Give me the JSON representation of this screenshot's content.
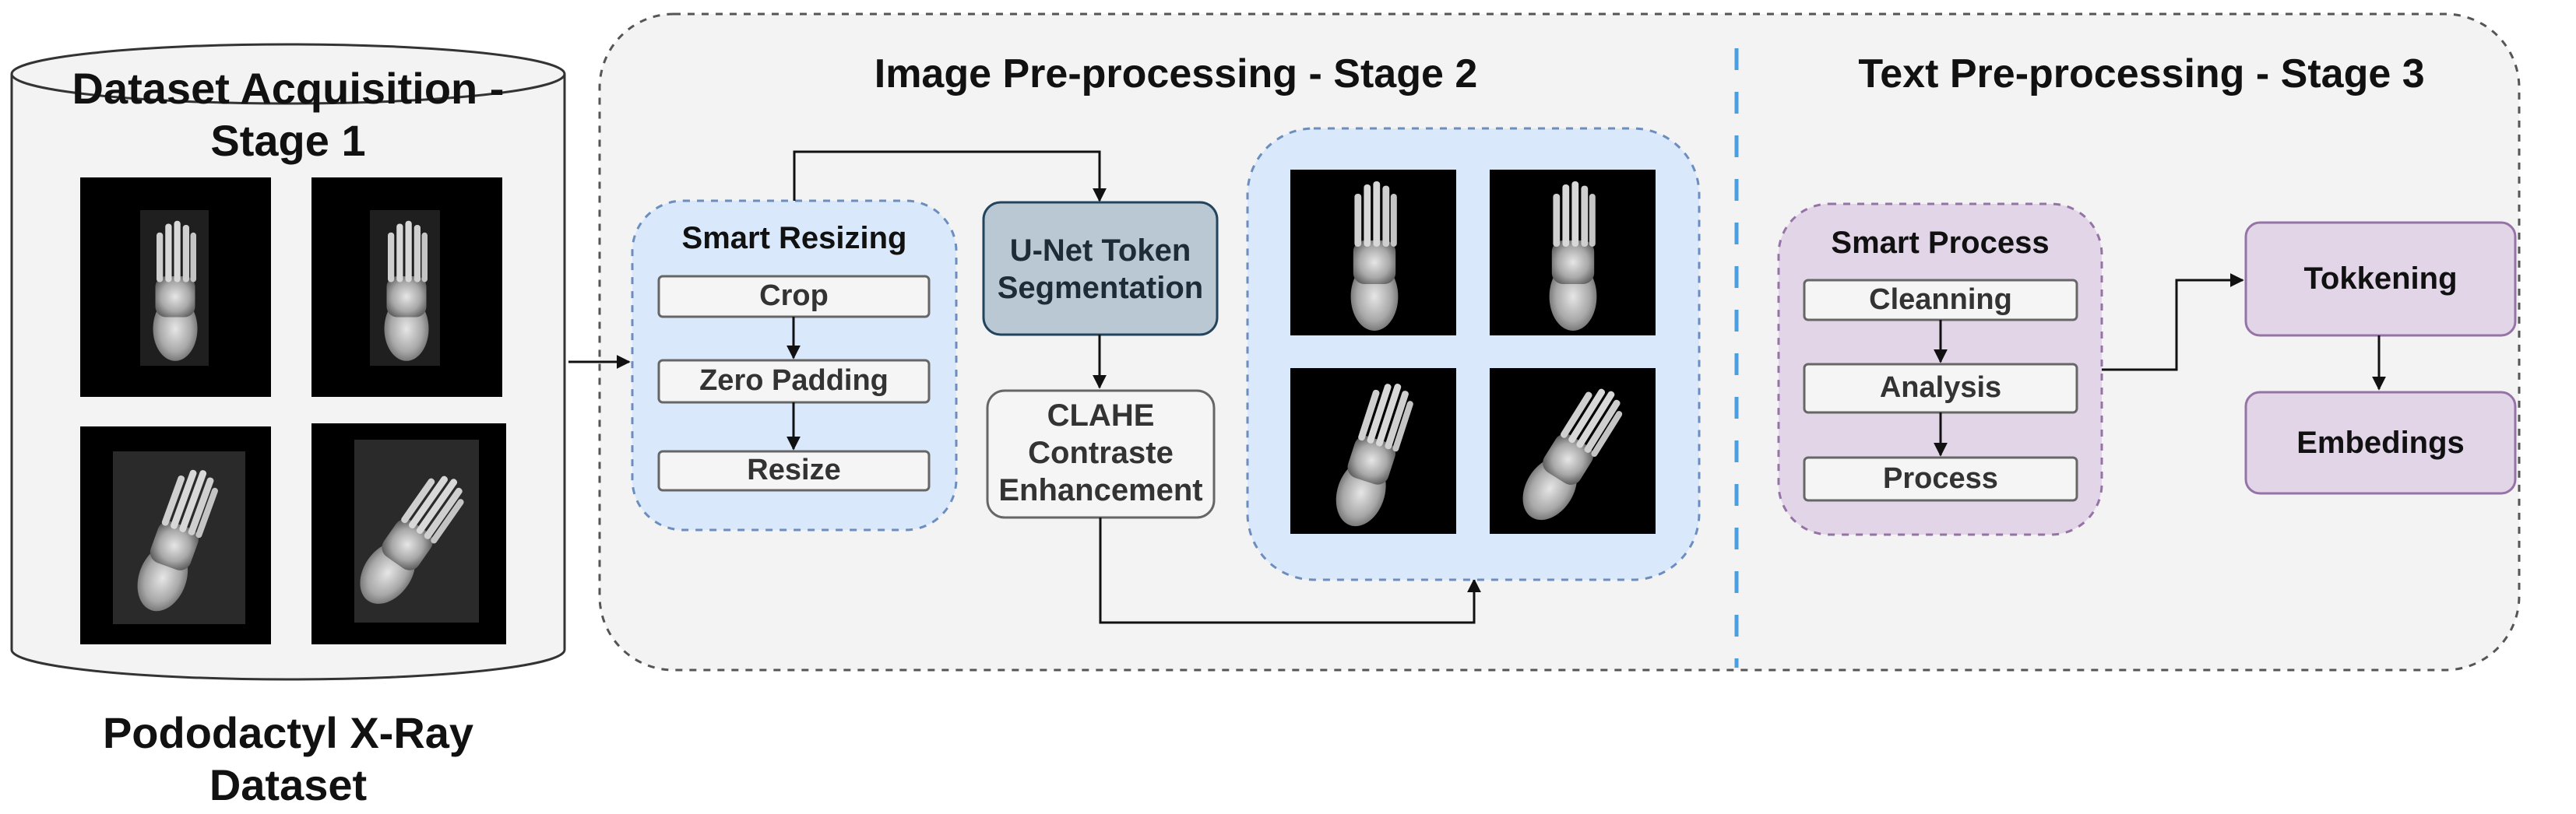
{
  "stage1": {
    "title_line1": "Dataset Acquisition -",
    "title_line2": "Stage 1",
    "dataset_line1": "Pododactyl X-Ray",
    "dataset_line2": "Dataset"
  },
  "stage2": {
    "title": "Image Pre-processing - Stage 2",
    "smart_resizing": {
      "title": "Smart Resizing",
      "steps": [
        "Crop",
        "Zero Padding",
        "Resize"
      ]
    },
    "unet_line1": "U-Net Token",
    "unet_line2": "Segmentation",
    "clahe_line1": "CLAHE",
    "clahe_line2": "Contraste",
    "clahe_line3": "Enhancement"
  },
  "stage3": {
    "title": "Text Pre-processing - Stage 3",
    "smart_process": {
      "title": "Smart Process",
      "steps": [
        "Cleanning",
        "Analysis",
        "Process"
      ]
    },
    "tokkening": "Tokkening",
    "embedings": "Embedings"
  },
  "colors": {
    "panel_bg": "#f3f3f3",
    "blue_fill": "#dae8fc",
    "blue_border": "#6c8ebf",
    "purple_fill": "#e1d5e7",
    "purple_border": "#9673a6",
    "unet_fill": "#bac8d3",
    "unet_border": "#23445d",
    "divider": "#4a9fe0"
  },
  "icons": [
    "foot-xray-image"
  ]
}
